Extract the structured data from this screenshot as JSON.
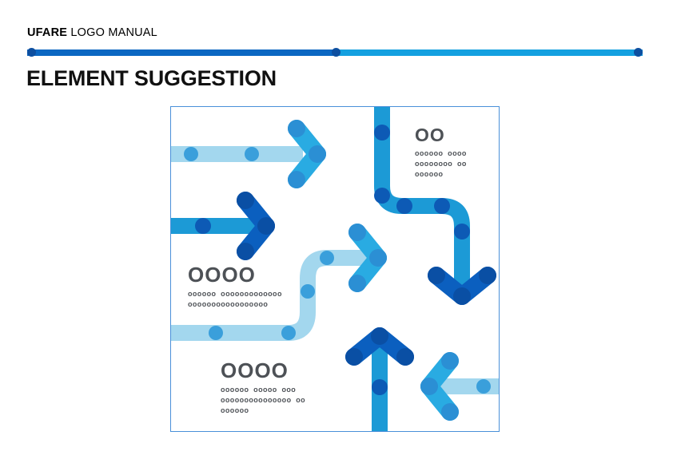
{
  "header": {
    "brand": "UFARE",
    "rest": " LOGO MANUAL",
    "section_title": "ELEMENT SUGGESTION"
  },
  "colors": {
    "dark_blue": "#0B5FBF",
    "mid_blue": "#1C9AD6",
    "bright_blue": "#29ABE2",
    "accent_blue": "#2B8FD4",
    "light_blue": "#A3D7EE",
    "dot_blue": "#3A9FDB",
    "frame_border": "#4a90d9",
    "text_gray": "#4d5156",
    "title_black": "#111111"
  },
  "rule_bar": {
    "segment_dark_color": "#0B67C2",
    "segment_light_color": "#14A0E0",
    "dot_color": "#0D4FA0",
    "dots": [
      "left",
      "mid",
      "right"
    ]
  },
  "diagram": {
    "frame_label": "element-suggestion-diagram",
    "text_blocks": [
      {
        "name": "top-right",
        "head": "OO",
        "lines": [
          "oooooo  oooo",
          "oooooooo  oo",
          "oooooo"
        ]
      },
      {
        "name": "middle-left",
        "head": "OOOO",
        "lines": [
          "oooooo  ooooooooooooo",
          "ooooooooooooooooo"
        ]
      },
      {
        "name": "bottom-left",
        "head": "OOOO",
        "lines": [
          "oooooo  ooooo  ooo",
          "ooooooooooooooo  oo",
          "oooooo"
        ]
      }
    ],
    "arrows": [
      {
        "name": "arrow-right-light-top",
        "direction": "right",
        "shaft_color": "#A3D7EE",
        "head_color": "#29ABE2",
        "cap_color": "#2B8FD4",
        "dots": 2
      },
      {
        "name": "arrow-right-dark-second",
        "direction": "right",
        "shaft_color": "#1C9AD6",
        "head_color": "#0B5FBF",
        "cap_color": "#0A4FA4",
        "dots": 1
      },
      {
        "name": "arrow-right-curved-middle",
        "direction": "right",
        "shaft_color": "#A3D7EE",
        "head_color": "#29ABE2",
        "cap_color": "#2B8FD4",
        "dots": 4,
        "shape": "s-curve"
      },
      {
        "name": "arrow-down-right-curved",
        "direction": "down",
        "shaft_color": "#1C9AD6",
        "head_color": "#0B5FBF",
        "cap_color": "#0A4FA4",
        "dots": 5,
        "shape": "s-curve"
      },
      {
        "name": "arrow-up-bottom",
        "direction": "up",
        "shaft_color": "#1C9AD6",
        "head_color": "#0B5FBF",
        "cap_color": "#0A4FA4",
        "dots": 2
      },
      {
        "name": "arrow-left-bottom",
        "direction": "left",
        "shaft_color": "#A3D7EE",
        "head_color": "#29ABE2",
        "cap_color": "#2B8FD4",
        "dots": 1
      },
      {
        "name": "arrow-left-light-horizontal",
        "direction": "left",
        "shaft_color": "#A3D7EE",
        "head_color": "#A3D7EE",
        "cap_color": "#A3D7EE",
        "dots": 2,
        "shape": "plain-bar"
      }
    ]
  }
}
